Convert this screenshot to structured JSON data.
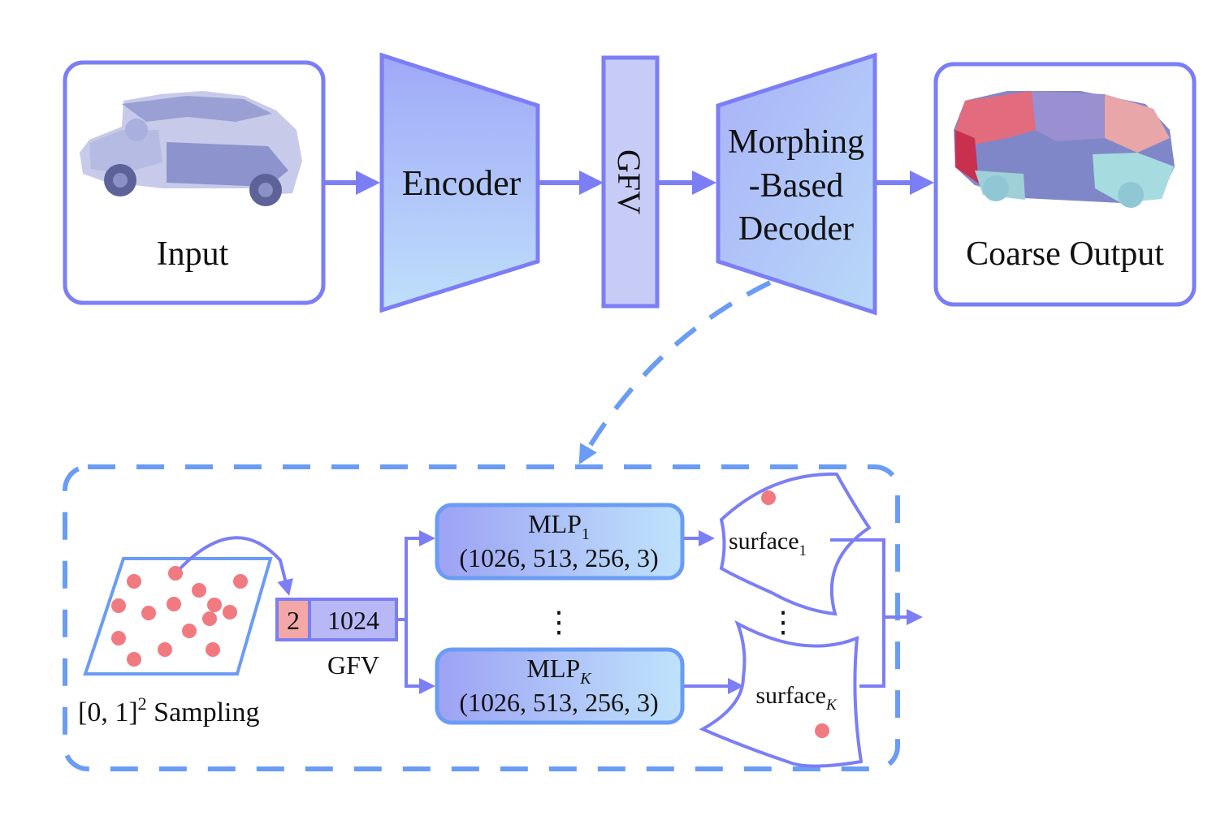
{
  "top_row": {
    "input_label": "Input",
    "encoder_label": "Encoder",
    "gfv_label": "GFV",
    "decoder_label_lines": [
      "Morphing",
      "-Based",
      "Decoder"
    ],
    "output_label": "Coarse Output"
  },
  "detail": {
    "sampling_label_base": "[0, 1]",
    "sampling_label_sup": "2",
    "sampling_label_rest": " Sampling",
    "vector_dim_a": "2",
    "vector_dim_b": "1024",
    "vector_label": "GFV",
    "mlp_first_name": "MLP",
    "mlp_first_sub": "1",
    "mlp_first_dims": "(1026, 513, 256, 3)",
    "mlp_last_name": "MLP",
    "mlp_last_sub": "K",
    "mlp_last_dims": "(1026, 513, 256, 3)",
    "mlp_ellipsis": "⋮",
    "surface_first_name": "surface",
    "surface_first_sub": "1",
    "surface_last_name": "surface",
    "surface_last_sub": "K",
    "surface_ellipsis": "⋮"
  },
  "colors": {
    "accent": "#7b7ef5",
    "dashed": "#6a9cf5",
    "block_fill_top": "#a4aef8",
    "block_fill_bottom": "#b9daf8",
    "sample_dot": "#f07a80",
    "dim_small": "#f4a7a7",
    "dim_large": "#b7b8f5"
  }
}
